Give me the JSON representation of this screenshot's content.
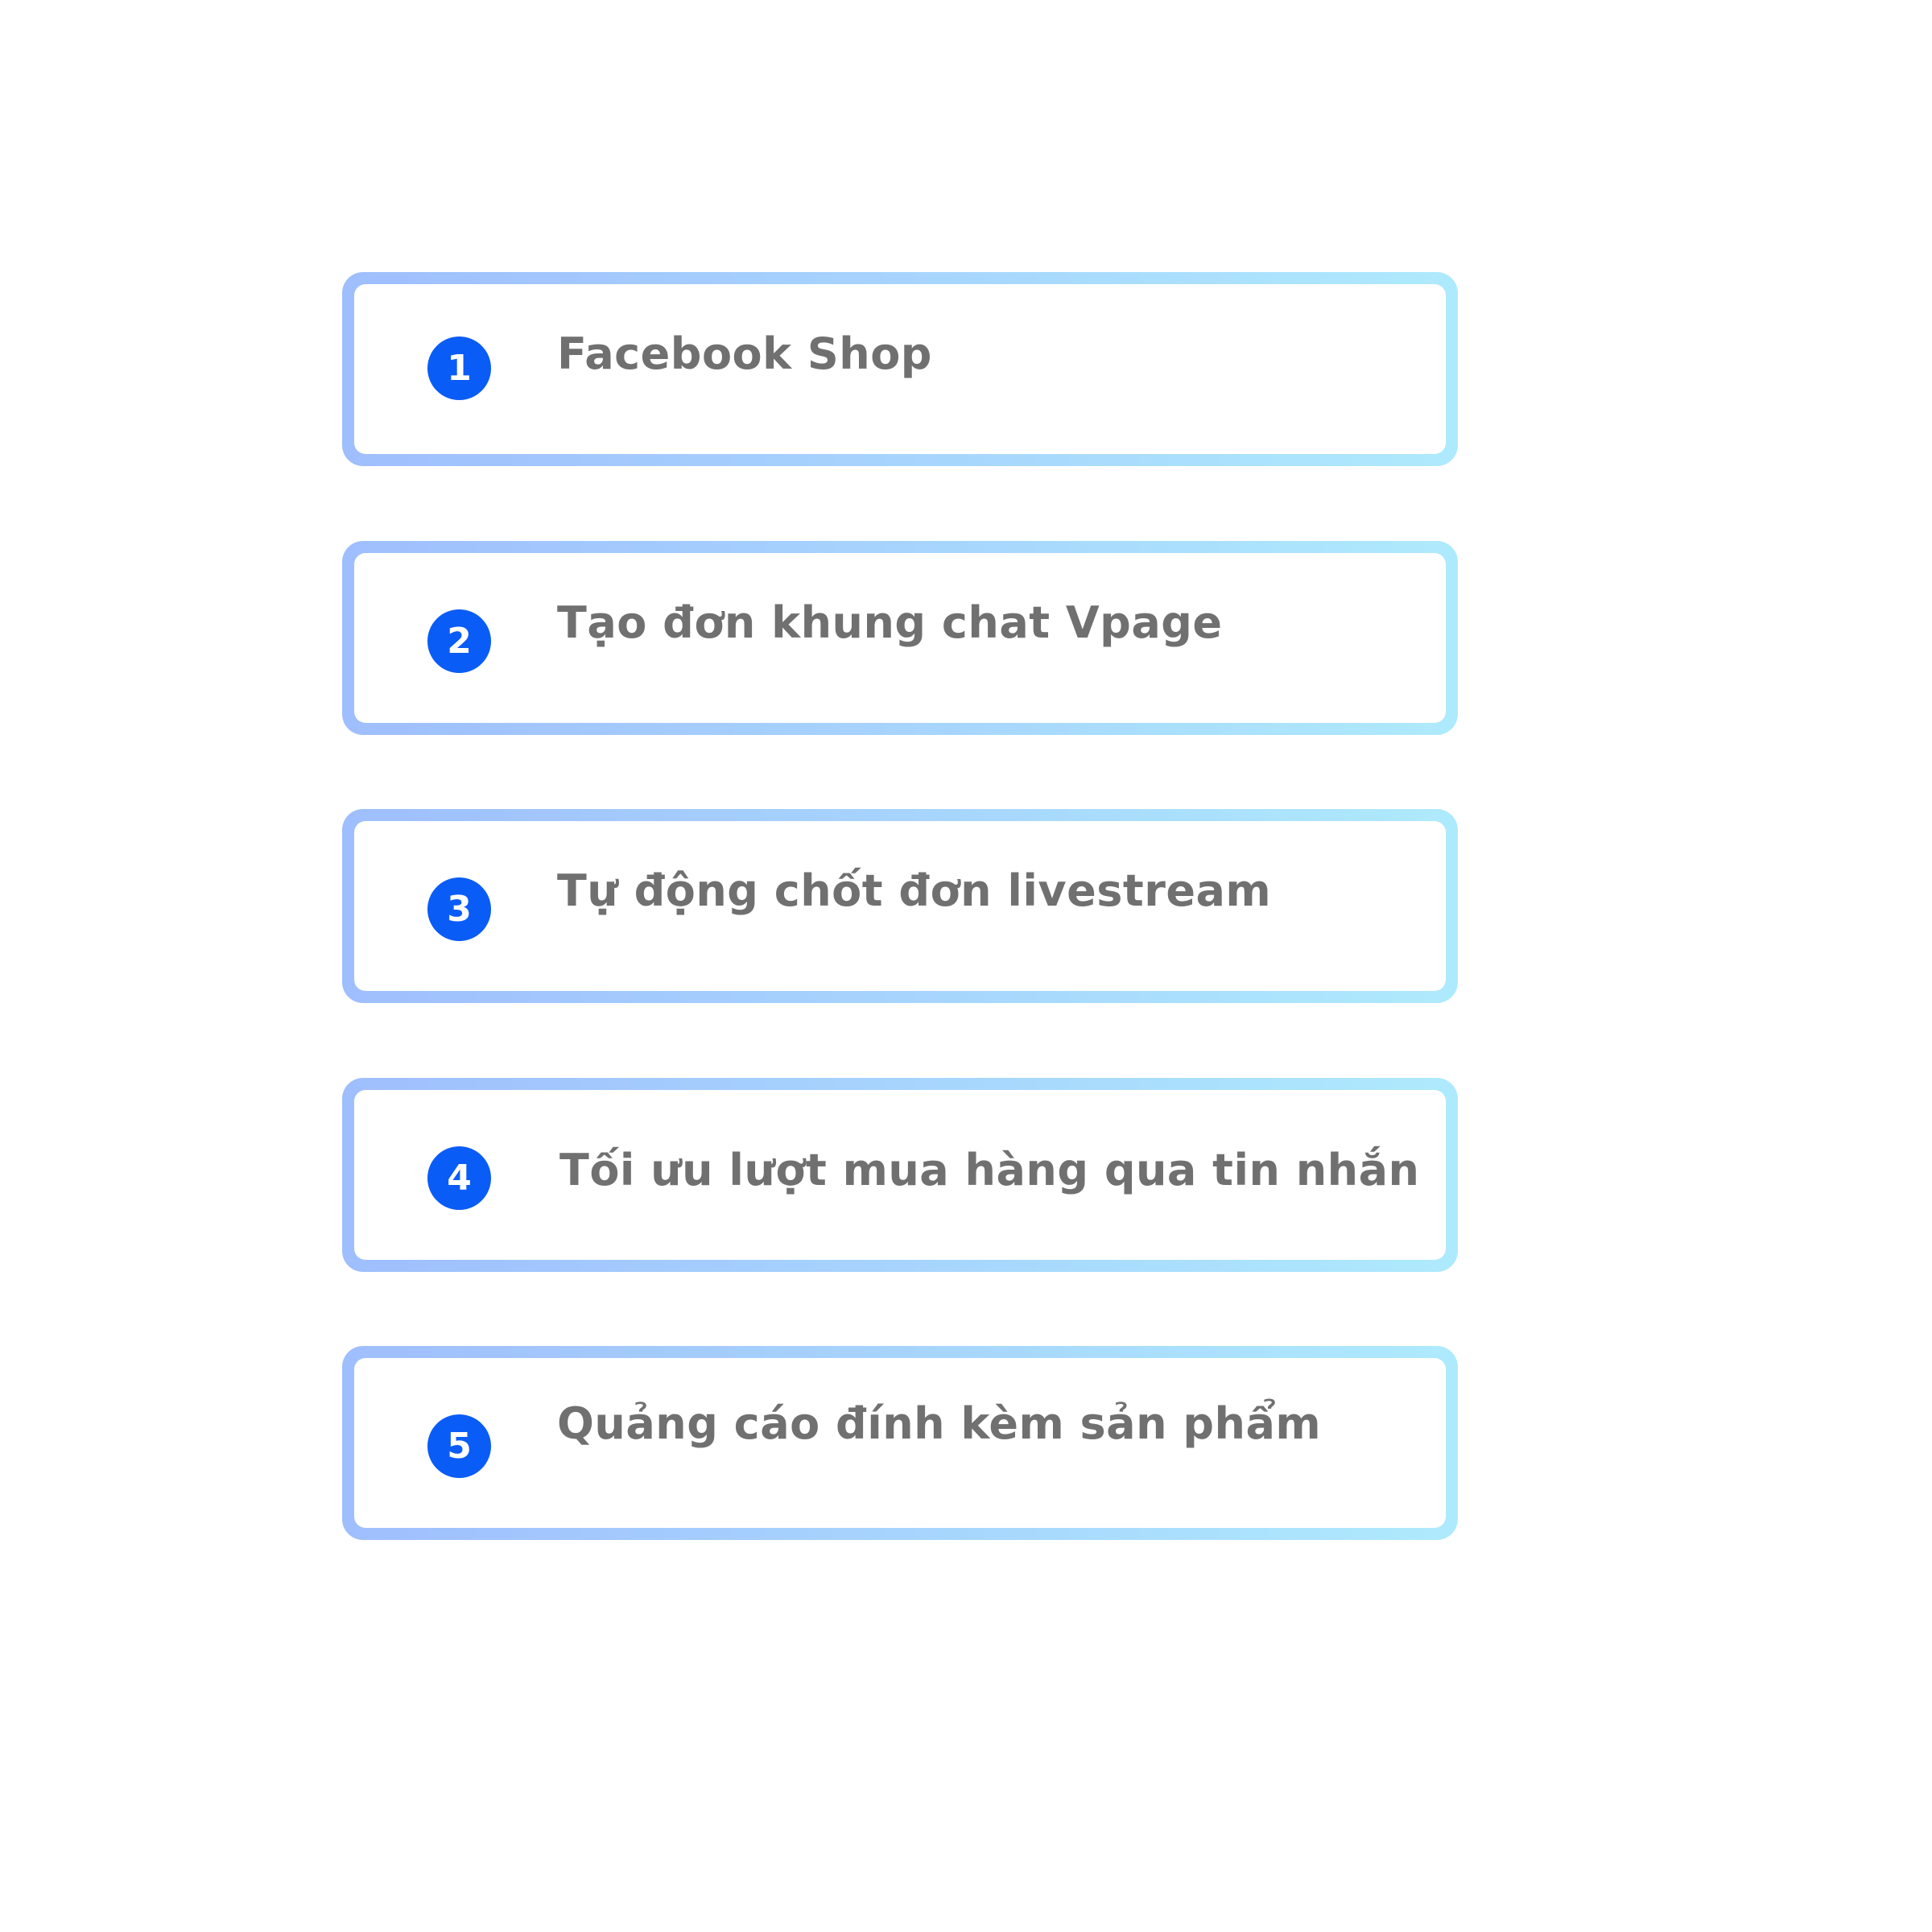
{
  "items": [
    {
      "number": "1",
      "label": "Facebook Shop"
    },
    {
      "number": "2",
      "label": "Tạo đơn khung chat Vpage"
    },
    {
      "number": "3",
      "label": "Tự động chốt đơn livestream"
    },
    {
      "number": "4",
      "label": "Tối ưu lượt mua hàng qua tin nhắn"
    },
    {
      "number": "5",
      "label": "Quảng cáo đính kèm sản phẩm"
    }
  ],
  "colors": {
    "accent": "#0a5cf6",
    "border_start": "#9fbefd",
    "border_end": "#aeeafd",
    "text": "#707070"
  }
}
